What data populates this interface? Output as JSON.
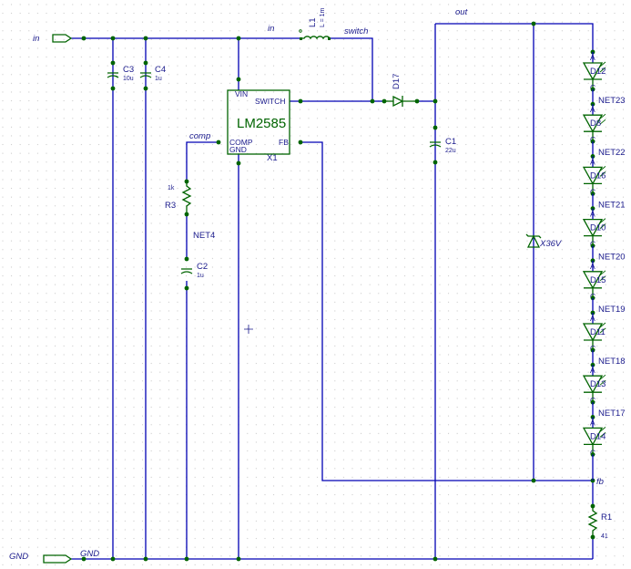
{
  "nets": {
    "in_port": "in",
    "in_wire": "in",
    "switch": "switch",
    "out": "out",
    "comp": "comp",
    "net4": "NET4",
    "fb": "fb",
    "gnd_port": "GND",
    "gnd_wire": "GND",
    "led_nets": [
      "NET23",
      "NET22",
      "NET21",
      "NET20",
      "NET19",
      "NET18",
      "NET17"
    ]
  },
  "ic": {
    "name": "LM2585",
    "ref": "X1",
    "pins": {
      "vin": "VIN",
      "switch": "SWITCH",
      "comp": "COMP",
      "fb": "FB",
      "gnd": "GND"
    }
  },
  "components": {
    "L1": {
      "ref": "L1",
      "value": "L = 1m"
    },
    "C3": {
      "ref": "C3",
      "value": "10u"
    },
    "C4": {
      "ref": "C4",
      "value": "1u"
    },
    "C1": {
      "ref": "C1",
      "value": "22u"
    },
    "C2": {
      "ref": "C2",
      "value": "1u"
    },
    "R3": {
      "ref": "R3",
      "value": "1k"
    },
    "R1": {
      "ref": "R1",
      "value": "41"
    },
    "D17": {
      "ref": "D17"
    },
    "Z1": {
      "value": "X36V"
    }
  },
  "leds": [
    {
      "ref": "D12"
    },
    {
      "ref": "D8"
    },
    {
      "ref": "D16"
    },
    {
      "ref": "D10"
    },
    {
      "ref": "D15"
    },
    {
      "ref": "D11"
    },
    {
      "ref": "D13"
    },
    {
      "ref": "D14"
    }
  ],
  "led_pin_labels": {
    "anode": "A",
    "cathode": "C"
  },
  "colors": {
    "wire": "#0000b4",
    "component": "#006400",
    "text": "#1a1a8c",
    "grid": "#c8c8c8"
  }
}
